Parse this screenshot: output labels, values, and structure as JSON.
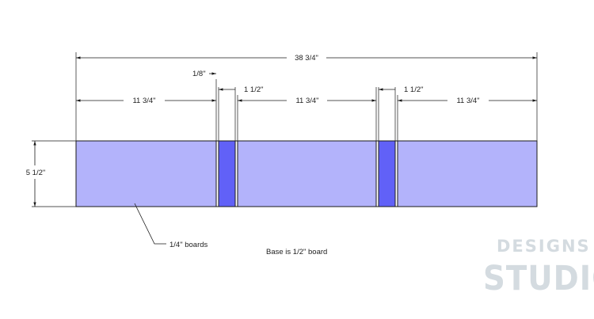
{
  "colors": {
    "light_board": "#b3b3fb",
    "dark_board": "#6161f7",
    "line": "#1a1a1a",
    "watermark": "#d4dbe0"
  },
  "dimensions": {
    "overall_width": "38 3/4\"",
    "gap": "1/8\"",
    "spacer_1": "1 1/2\"",
    "spacer_2": "1 1/2\"",
    "section_1": "11 3/4\"",
    "section_2": "11 3/4\"",
    "section_3": "11 3/4\"",
    "height": "5 1/2\""
  },
  "labels": {
    "boards_note": "1/4\" boards",
    "base_note": "Base is 1/2\" board"
  },
  "watermark": {
    "line1": "DESIGNS BY",
    "line2": "STUDIO C"
  }
}
